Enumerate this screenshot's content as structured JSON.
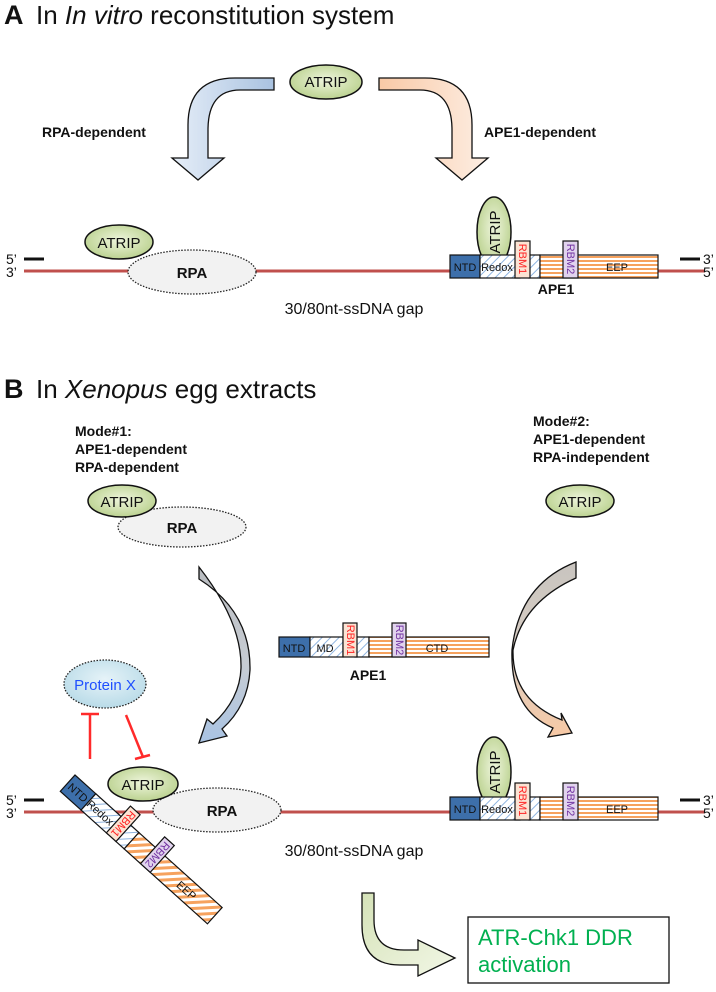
{
  "panel_a": {
    "letter": "A",
    "title_prefix": "In ",
    "title_italic": "In vitro",
    "title_suffix": " reconstitution system",
    "atrip_top": "ATRIP",
    "left_arrow_label": "RPA-dependent",
    "right_arrow_label": "APE1-dependent",
    "dna": {
      "left_top_end": "5’",
      "left_bottom_end": "3’",
      "right_top_end": "3’",
      "right_bottom_end": "5’",
      "gap_label": "30/80nt-ssDNA gap"
    },
    "rpa_complex": {
      "atrip": "ATRIP",
      "rpa": "RPA"
    },
    "ape1_complex": {
      "atrip": "ATRIP",
      "name": "APE1",
      "domains": [
        "NTD",
        "Redox",
        "RBM1",
        "RBM2",
        "EEP"
      ]
    }
  },
  "panel_b": {
    "letter": "B",
    "title_prefix": "In ",
    "title_italic": "Xenopus",
    "title_suffix": " egg extracts",
    "mode1": {
      "lines": [
        "Mode#1:",
        "APE1-dependent",
        "RPA-dependent"
      ],
      "atrip": "ATRIP",
      "rpa": "RPA"
    },
    "mode2": {
      "lines": [
        "Mode#2:",
        "APE1-dependent",
        "RPA-independent"
      ],
      "atrip": "ATRIP"
    },
    "ape1_free": {
      "name": "APE1",
      "domains": [
        "NTD",
        "MD",
        "RBM1",
        "RBM2",
        "CTD"
      ]
    },
    "protein_x": "Protein X",
    "dna": {
      "left_top_end": "5’",
      "left_bottom_end": "3’",
      "right_top_end": "3’",
      "right_bottom_end": "5’",
      "gap_label": "30/80nt-ssDNA gap"
    },
    "left_complex": {
      "atrip": "ATRIP",
      "rpa": "RPA",
      "domains": [
        "NTD",
        "Redox",
        "RBM1",
        "RBM2",
        "EEP"
      ]
    },
    "right_complex": {
      "atrip": "ATRIP",
      "domains": [
        "NTD",
        "Redox",
        "RBM1",
        "RBM2",
        "EEP"
      ]
    },
    "outcome": {
      "lines": [
        "ATR-Chk1 DDR",
        "activation"
      ]
    }
  },
  "colors": {
    "dna_strand": "#c0504d",
    "ntd": "#3d6faa",
    "rbm1_text": "#ff2020",
    "rbm2_text": "#7030a0",
    "eep_stripe": "#f4a460",
    "atrip_fill": "#c9dba3",
    "protein_x_text": "#1f4fff",
    "outcome_text": "#00b050",
    "inhibit": "#ff2a2a"
  }
}
